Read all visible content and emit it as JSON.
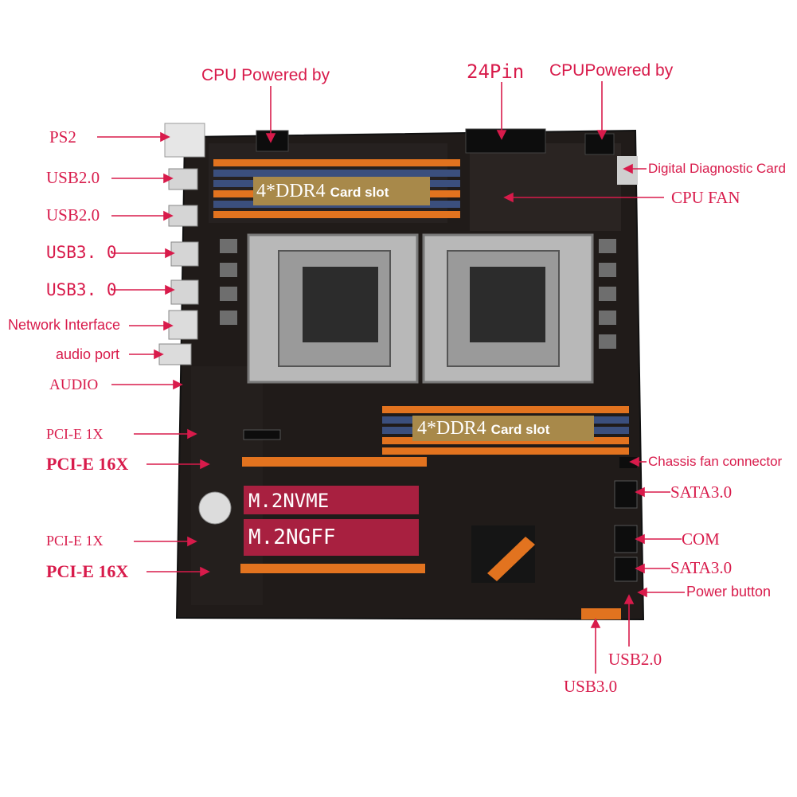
{
  "labels": {
    "cpu_power_left": "CPU Powered by",
    "pin24": "24Pin",
    "cpu_power_right_a": "CPU",
    "cpu_power_right_b": "Powered by",
    "ps2": "PS2",
    "usb20_a": "USB2.0",
    "usb20_b": "USB2.0",
    "usb30_a": "USB3. 0",
    "usb30_b": "USB3. 0",
    "network": "Network Interface",
    "audio_port": "audio port",
    "audio": "AUDIO",
    "pcie1x_a": "PCI-E 1X",
    "pcie16x_a": "PCI-E 16X",
    "pcie1x_b": "PCI-E 1X",
    "pcie16x_b": "PCI-E 16X",
    "diag_card": "Digital Diagnostic Card",
    "cpu_fan": "CPU FAN",
    "chassis_fan": "Chassis fan connector",
    "sata_a": "SATA3.0",
    "com": "COM",
    "sata_b": "SATA3.0",
    "power_button": "Power button",
    "usb20_bottom": "USB2.0",
    "usb30_bottom": "USB3.0"
  },
  "board_overlays": {
    "ddr_top_main": "4*DDR4",
    "ddr_top_sub": "Card slot",
    "ddr_mid_main": "4*DDR4",
    "ddr_mid_sub": "Card slot",
    "m2_nvme": "M.2NVME",
    "m2_ngff": "M.2NGFF"
  },
  "colors": {
    "label": "#d81b4b",
    "board": "#1e1a18",
    "dimm_orange": "#e2731f",
    "dimm_blue": "#3b4f7d",
    "m2_overlay": "#a82040",
    "ddr_overlay": "#a8894a"
  }
}
